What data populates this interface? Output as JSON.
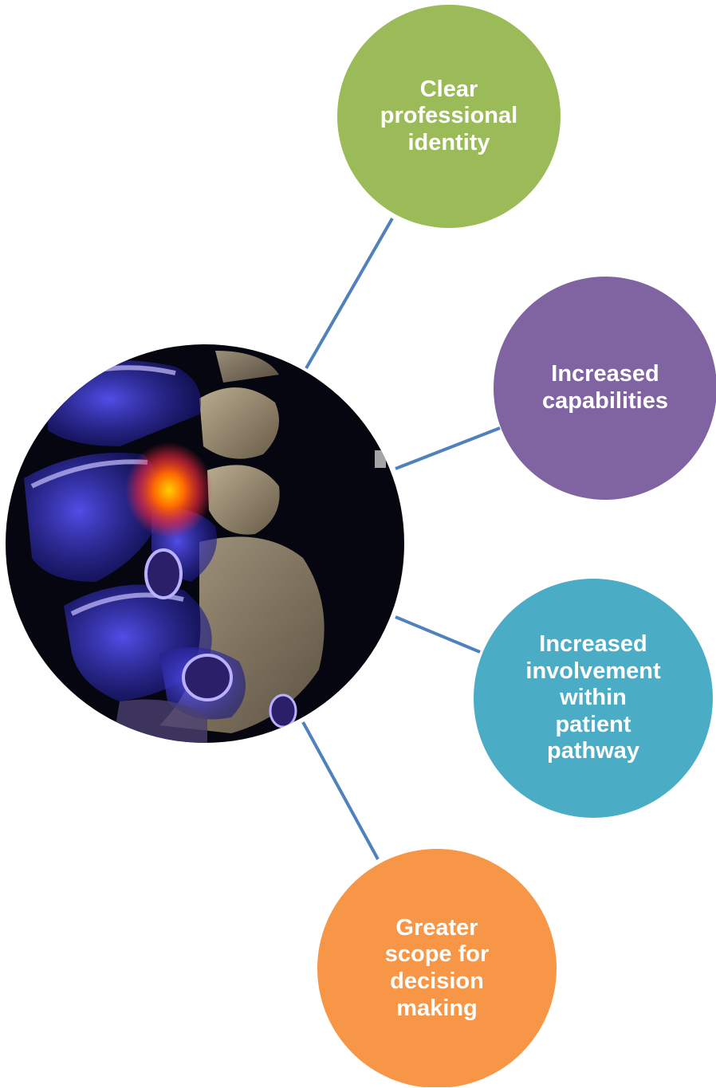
{
  "diagram": {
    "center_image": {
      "description_icon": "spine-scan-image"
    },
    "nodes": [
      {
        "id": "identity",
        "label_lines": [
          "Clear",
          "professional",
          "identity"
        ],
        "color": "#9BBB59"
      },
      {
        "id": "capabilities",
        "label_lines": [
          "Increased",
          "capabilities"
        ],
        "color": "#8064A2"
      },
      {
        "id": "involvement",
        "label_lines": [
          "Increased",
          "involvement",
          "within",
          "patient",
          "pathway"
        ],
        "color": "#4BACC6"
      },
      {
        "id": "decision",
        "label_lines": [
          "Greater",
          "scope for",
          "decision",
          "making"
        ],
        "color": "#F79646"
      }
    ],
    "connector_color": "#4F81BD"
  }
}
